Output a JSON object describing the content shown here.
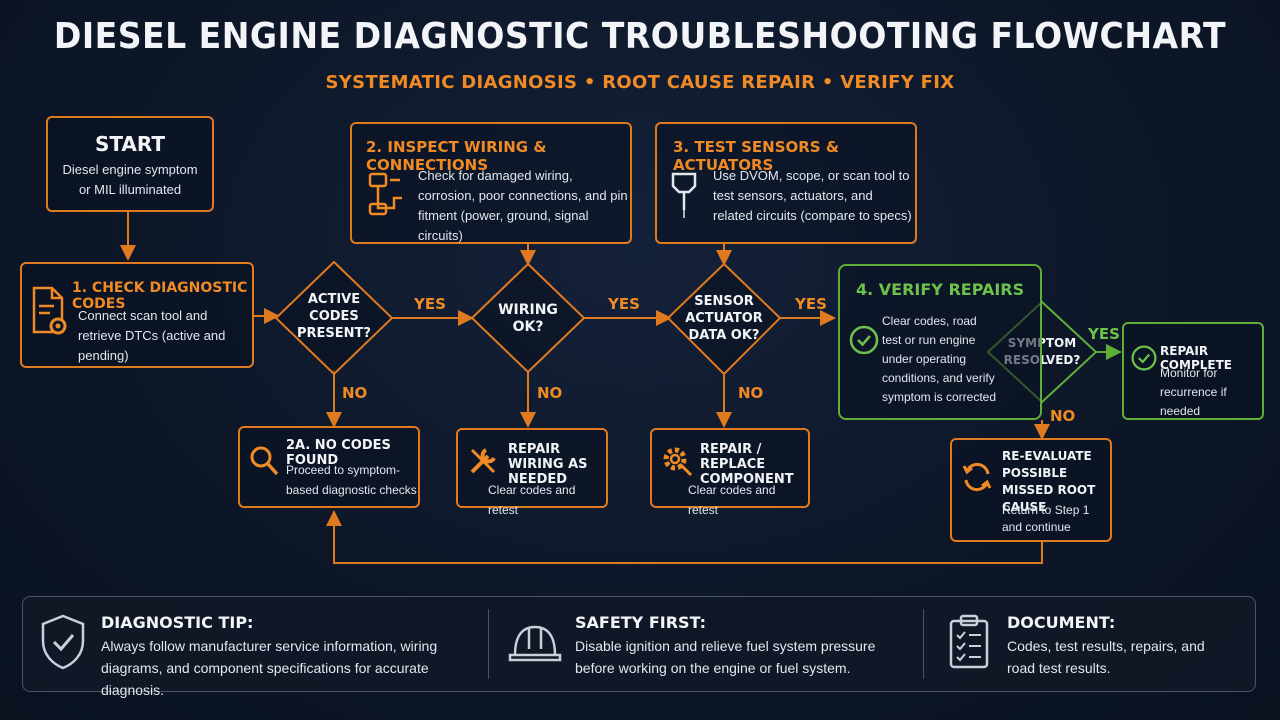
{
  "title": "DIESEL ENGINE DIAGNOSTIC TROUBLESHOOTING FLOWCHART",
  "subtitle": "SYSTEMATIC DIAGNOSIS • ROOT CAUSE REPAIR • VERIFY FIX",
  "colors": {
    "accent": "#f08a24",
    "border": "#e07a1f",
    "green": "#5fae3a",
    "background": "#0d1728"
  },
  "nodes": {
    "start": {
      "title": "START",
      "text": "Diesel engine symptom or MIL illuminated"
    },
    "check_codes": {
      "title": "1. CHECK DIAGNOSTIC CODES",
      "text": "Connect scan tool and retrieve DTCs (active and pending)",
      "icon": "document-gear-icon"
    },
    "inspect_wiring": {
      "title": "2. INSPECT WIRING & CONNECTIONS",
      "text": "Check for damaged wiring, corrosion, poor connections, and pin fitment (power, ground, signal circuits)",
      "icon": "wiring-connector-icon"
    },
    "test_sensors": {
      "title": "3. TEST SENSORS & ACTUATORS",
      "text": "Use DVOM, scope, or scan tool to test sensors, actuators, and related circuits (compare to specs)",
      "icon": "sensor-probe-icon"
    },
    "verify_repairs": {
      "title": "4. VERIFY REPAIRS",
      "text": "Clear codes, road test or run engine under operating conditions, and verify symptom is corrected",
      "icon": "check-circle-icon"
    },
    "repair_complete": {
      "title": "REPAIR COMPLETE",
      "text": "Monitor for recurrence if needed",
      "icon": "check-circle-icon"
    },
    "no_codes": {
      "title": "2A. NO CODES FOUND",
      "text": "Proceed to symptom-based diagnostic checks",
      "icon": "magnifier-icon"
    },
    "repair_wiring": {
      "title": "REPAIR WIRING AS NEEDED",
      "text": "Clear codes and retest",
      "icon": "wrench-screwdriver-icon"
    },
    "replace_component": {
      "title": "REPAIR / REPLACE COMPONENT",
      "text": "Clear codes and retest",
      "icon": "gear-wrench-icon"
    },
    "reevaluate": {
      "title": "RE-EVALUATE POSSIBLE MISSED ROOT CAUSE",
      "text": "Return to Step 1 and continue",
      "icon": "refresh-icon"
    }
  },
  "decisions": {
    "codes_present": "ACTIVE\nCODES\nPRESENT?",
    "wiring_ok": "WIRING\nOK?",
    "sensor_ok": "SENSOR\nACTUATOR\nDATA OK?",
    "symptom_resolved": "SYMPTOM\nRESOLVED?"
  },
  "labels": {
    "yes": "YES",
    "no": "NO"
  },
  "tips": {
    "diagnostic": {
      "title": "DIAGNOSTIC TIP:",
      "text": "Always follow manufacturer service information, wiring diagrams, and component specifications for accurate diagnosis.",
      "icon": "shield-check-icon"
    },
    "safety": {
      "title": "SAFETY FIRST:",
      "text": "Disable ignition and relieve fuel system pressure before working on the engine or fuel system.",
      "icon": "hard-hat-icon"
    },
    "document": {
      "title": "DOCUMENT:",
      "text": "Codes, test results, repairs, and road test results.",
      "icon": "clipboard-checklist-icon"
    }
  }
}
